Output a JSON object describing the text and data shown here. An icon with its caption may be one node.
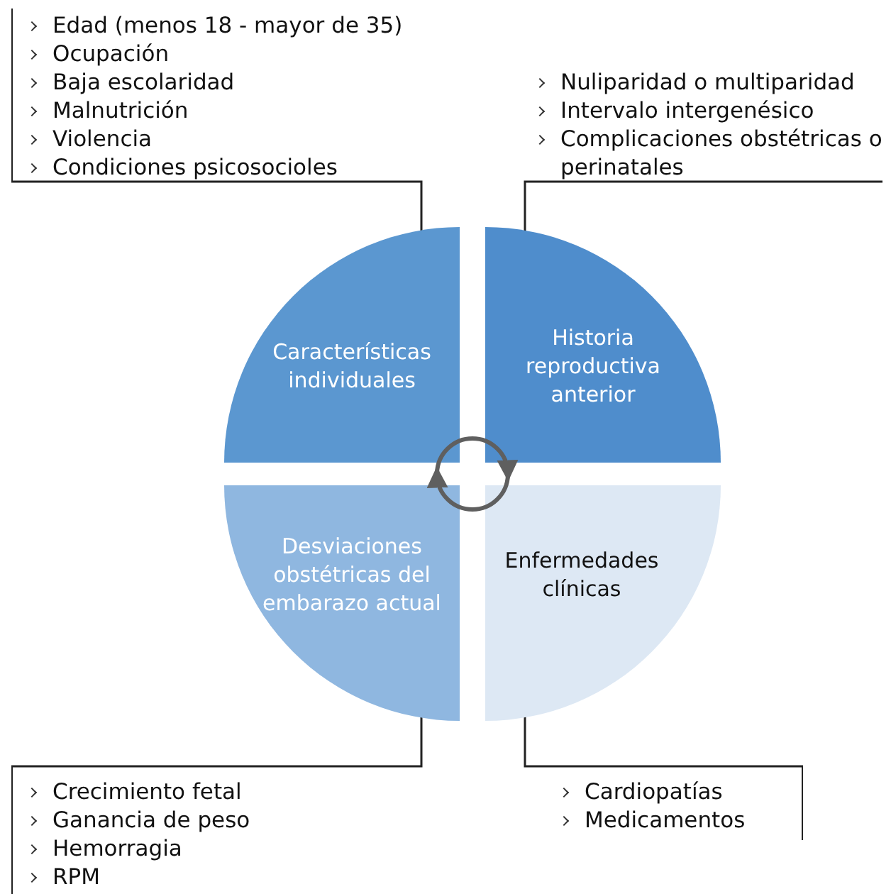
{
  "diagram": {
    "nodes": [
      {
        "text": [
          "Características individuales"
        ]
      },
      {
        "text": [
          "Historia reproductiva anterior"
        ]
      },
      {
        "text": [
          "Desviaciones obstétricas del embarazo actual"
        ]
      },
      {
        "text": [
          "Enfermedades clínicas"
        ]
      },
      {
        "text": [
          "Edad (menos 18 - mayor de 35)",
          "Ocupación",
          "Baja escolaridad",
          "Malnutrición",
          "Violencia",
          "Condiciones psicosocioles"
        ]
      },
      {
        "text": [
          "Nuliparidad o multiparidad",
          "Intervalo intergenésico",
          "Complicaciones obstétricas o perinatales"
        ]
      },
      {
        "text": [
          "Crecimiento fetal",
          "Ganancia de peso",
          "Hemorragia",
          "RPM"
        ]
      },
      {
        "text": [
          "Cardiopatías",
          "Medicamentos"
        ]
      }
    ],
    "edges": [
      {
        "from": 4,
        "to": 0,
        "arrow": "none"
      },
      {
        "from": 5,
        "to": 1,
        "arrow": "none"
      },
      {
        "from": 6,
        "to": 2,
        "arrow": "none"
      },
      {
        "from": 7,
        "to": 3,
        "arrow": "none"
      },
      {
        "from": 0,
        "to": 1,
        "arrow": "to",
        "style": "thick",
        "color": "#5f5f5f"
      },
      {
        "from": 3,
        "to": 2,
        "arrow": "to",
        "style": "thick",
        "color": "#5f5f5f"
      }
    ]
  }
}
